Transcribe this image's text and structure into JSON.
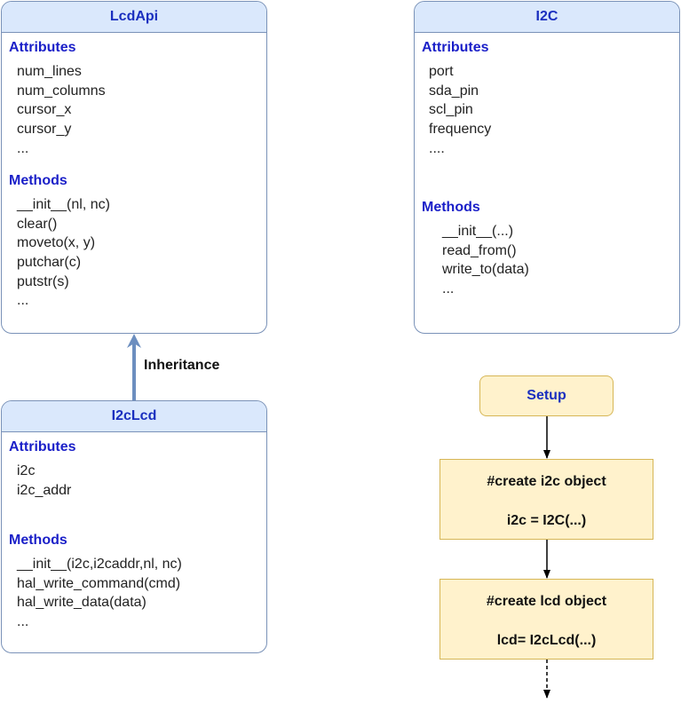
{
  "classes": {
    "lcdapi": {
      "name": "LcdApi",
      "attributes_title": "Attributes",
      "attributes": [
        "num_lines",
        "num_columns",
        "cursor_x",
        "cursor_y",
        "..."
      ],
      "methods_title": "Methods",
      "methods": [
        "__init__(nl, nc)",
        "clear()",
        "moveto(x, y)",
        "putchar(c)",
        "putstr(s)",
        "..."
      ]
    },
    "i2c": {
      "name": "I2C",
      "attributes_title": "Attributes",
      "attributes": [
        "port",
        "sda_pin",
        "scl_pin",
        "frequency",
        "...."
      ],
      "methods_title": "Methods",
      "methods": [
        "__init__(...)",
        "read_from()",
        "write_to(data)",
        "..."
      ]
    },
    "i2clcd": {
      "name": "I2cLcd",
      "attributes_title": "Attributes",
      "attributes": [
        "i2c",
        "i2c_addr"
      ],
      "methods_title": "Methods",
      "methods": [
        "__init__(i2c,i2caddr,nl, nc)",
        "hal_write_command(cmd)",
        "hal_write_data(data)",
        "..."
      ]
    }
  },
  "edges": {
    "inheritance_label": "Inheritance"
  },
  "flow": {
    "setup": "Setup",
    "create_i2c": {
      "comment": "#create i2c object",
      "code": "i2c = I2C(...)"
    },
    "create_lcd": {
      "comment": "#create lcd object",
      "code": "lcd= I2cLcd(...)"
    }
  },
  "colors": {
    "class_header_fill": "#dae8fc",
    "class_border": "#7a92b8",
    "class_title_text": "#1a2fbf",
    "section_title_text": "#1a1fc8",
    "flow_fill": "#fff2cc",
    "flow_border": "#d6b656",
    "inheritance_arrow": "#6c8ebf"
  }
}
